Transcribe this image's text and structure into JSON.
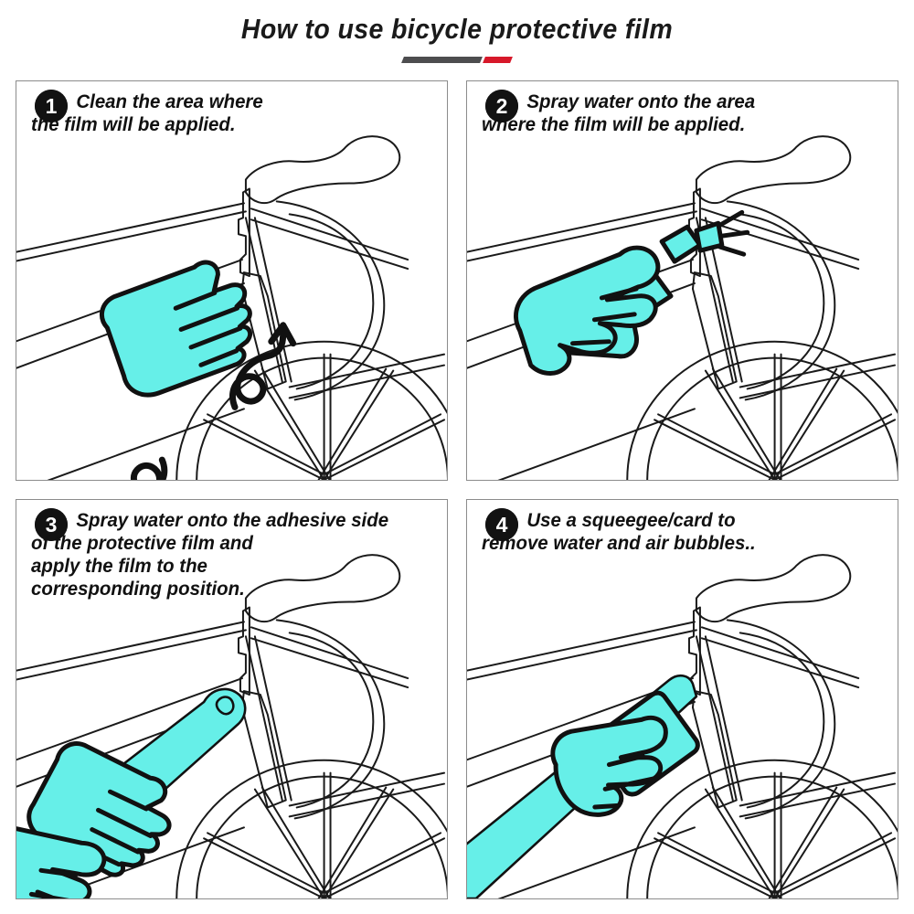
{
  "header": {
    "title": "How to use bicycle protective film",
    "rule_dark_color": "#4d4d4f",
    "rule_accent_color": "#d7182a"
  },
  "theme": {
    "film_color": "#66EFE8",
    "hand_color": "#66EFE8",
    "outline_color": "#111111",
    "bike_line_color": "#1a1a1a",
    "panel_border_color": "#8c8c8c",
    "background": "#ffffff"
  },
  "panels": [
    {
      "number": "1",
      "caption_lines": [
        "Clean the area where",
        "the film will be applied."
      ],
      "illustration": "hand-wiping-down-tube-with-motion-arrows"
    },
    {
      "number": "2",
      "caption_lines": [
        "Spray water onto the area",
        "where the film will be applied."
      ],
      "illustration": "hand-holding-spray-bottle-over-frame"
    },
    {
      "number": "3",
      "caption_lines": [
        "Spray water onto the adhesive side",
        "of the protective film and",
        "apply the film to the",
        "corresponding position."
      ],
      "illustration": "two-hands-applying-film-strip-to-down-tube"
    },
    {
      "number": "4",
      "caption_lines": [
        "Use a squeegee/card to",
        "remove water and air bubbles.."
      ],
      "illustration": "hand-with-squeegee-card-on-film-strip"
    }
  ]
}
